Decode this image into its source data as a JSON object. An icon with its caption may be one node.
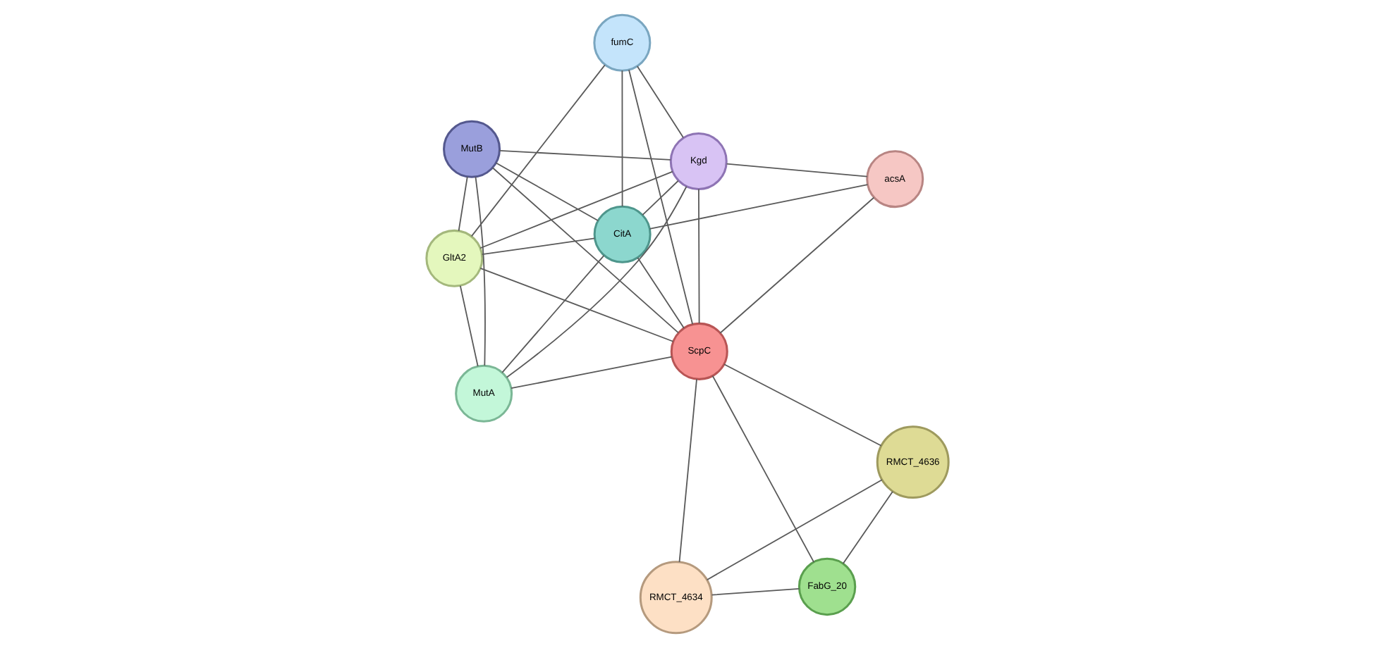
{
  "diagram": {
    "nodes": [
      {
        "text": [
          "RMCT_4634"
        ]
      },
      {
        "text": [
          "RMCT_4636"
        ]
      },
      {
        "text": [
          "FabG_20"
        ]
      },
      {
        "text": [
          "fumC"
        ]
      },
      {
        "text": [
          "ScpC"
        ]
      },
      {
        "text": [
          "MutB"
        ]
      },
      {
        "text": [
          "GltA2"
        ]
      },
      {
        "text": [
          "Kgd"
        ]
      },
      {
        "text": [
          "MutA"
        ]
      },
      {
        "text": [
          "acsA"
        ]
      },
      {
        "text": [
          "CitA"
        ]
      }
    ],
    "edges": [
      {
        "from": 0,
        "to": 1,
        "arrow": "none"
      },
      {
        "from": 0,
        "to": 2,
        "arrow": "none"
      },
      {
        "from": 0,
        "to": 4,
        "arrow": "none"
      },
      {
        "from": 1,
        "to": 2,
        "arrow": "none"
      },
      {
        "from": 1,
        "to": 4,
        "arrow": "none"
      },
      {
        "from": 2,
        "to": 4,
        "arrow": "none"
      },
      {
        "from": 3,
        "to": 4,
        "arrow": "none"
      },
      {
        "from": 3,
        "to": 6,
        "arrow": "none"
      },
      {
        "from": 3,
        "to": 7,
        "arrow": "none"
      },
      {
        "from": 3,
        "to": 10,
        "arrow": "none"
      },
      {
        "from": 4,
        "to": 5,
        "arrow": "none"
      },
      {
        "from": 4,
        "to": 6,
        "arrow": "none"
      },
      {
        "from": 4,
        "to": 7,
        "arrow": "none"
      },
      {
        "from": 4,
        "to": 8,
        "arrow": "none"
      },
      {
        "from": 4,
        "to": 10,
        "arrow": "none"
      },
      {
        "from": 4,
        "to": 9,
        "arrow": "none"
      },
      {
        "from": 5,
        "to": 6,
        "arrow": "none"
      },
      {
        "from": 5,
        "to": 7,
        "arrow": "none"
      },
      {
        "from": 5,
        "to": 8,
        "arrow": "none"
      },
      {
        "from": 5,
        "to": 10,
        "arrow": "none"
      },
      {
        "from": 6,
        "to": 7,
        "arrow": "none"
      },
      {
        "from": 6,
        "to": 8,
        "arrow": "none"
      },
      {
        "from": 6,
        "to": 10,
        "arrow": "none"
      },
      {
        "from": 7,
        "to": 8,
        "arrow": "none"
      },
      {
        "from": 7,
        "to": 10,
        "arrow": "none"
      },
      {
        "from": 7,
        "to": 9,
        "arrow": "none"
      },
      {
        "from": 8,
        "to": 10,
        "arrow": "none"
      },
      {
        "from": 10,
        "to": 9,
        "arrow": "none"
      }
    ]
  }
}
